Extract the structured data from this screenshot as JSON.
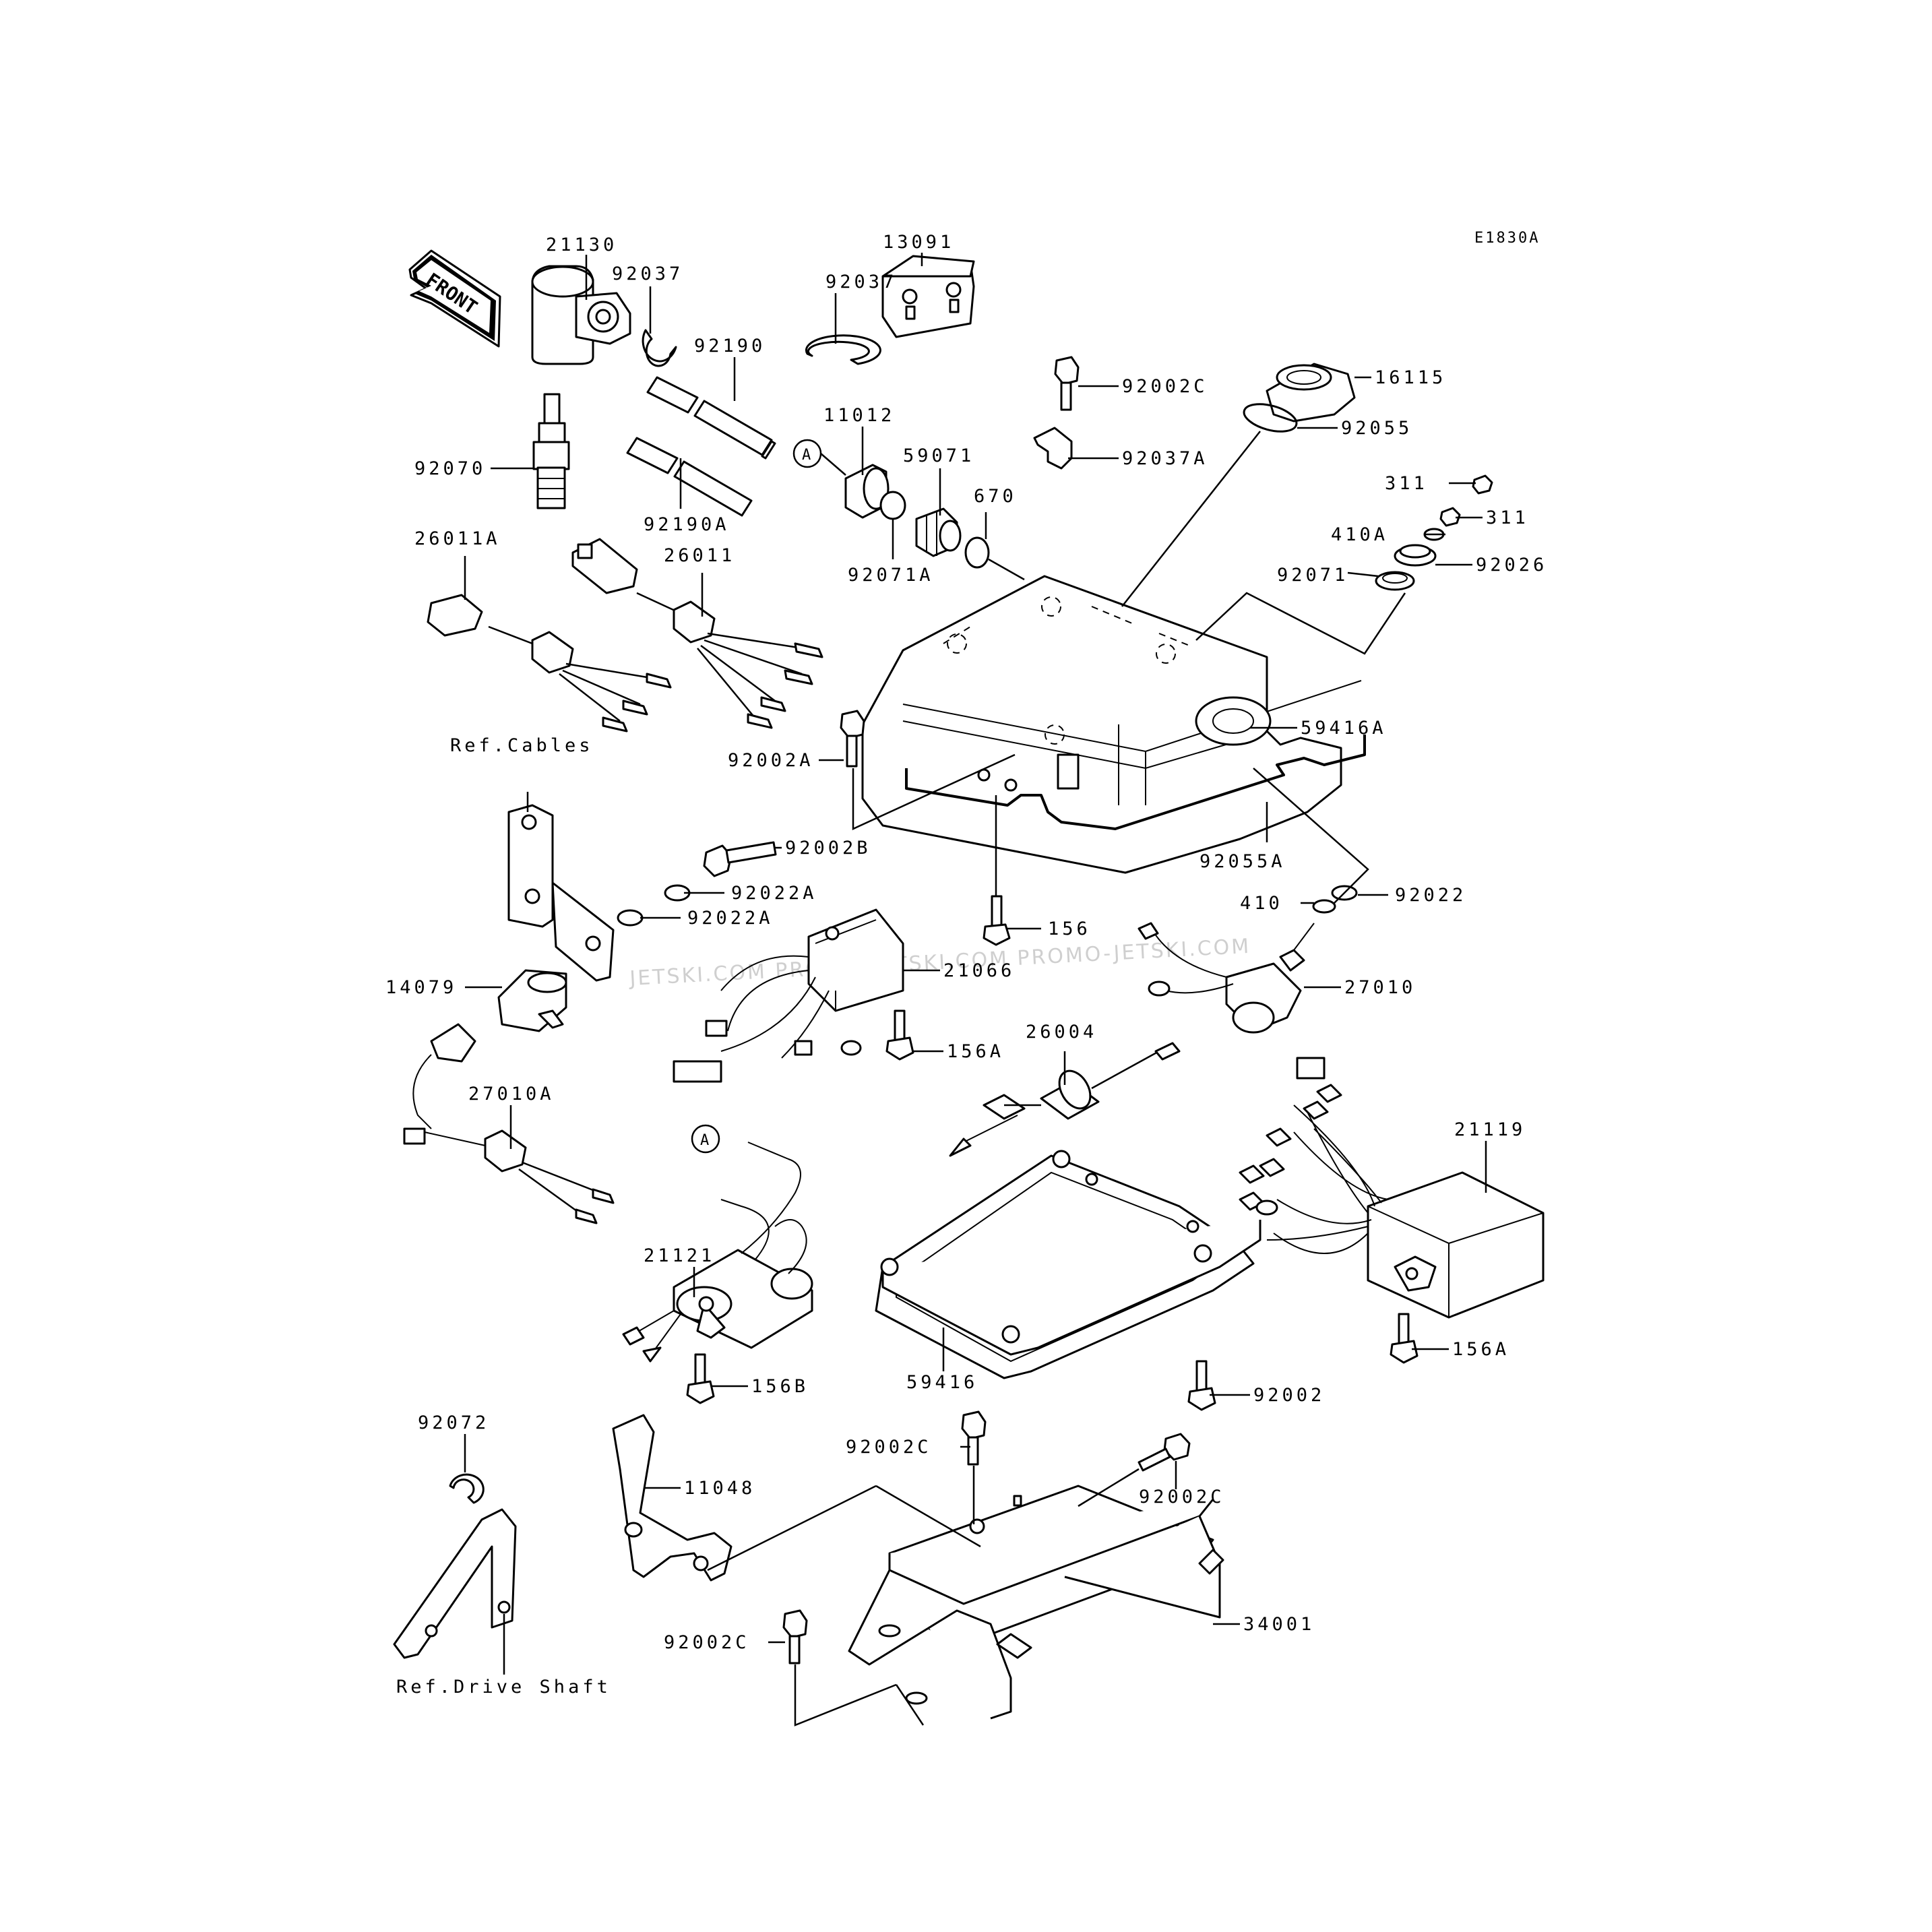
{
  "diagram_code": "E1830A",
  "front_arrow": "FRONT",
  "watermark": "JETSKI.COM PROMO-JETSKI.COM PROMO-JETSKI.COM",
  "callout_marker": "A",
  "parts": {
    "p21130": "21130",
    "p92037_a": "92037",
    "p92037_b": "92037",
    "p13091": "13091",
    "p92190": "92190",
    "p92190A": "92190A",
    "p92070": "92070",
    "p11012": "11012",
    "p59071": "59071",
    "p670": "670",
    "p92071A": "92071A",
    "p26011A": "26011A",
    "p26011": "26011",
    "p92002C_top": "92002C",
    "p16115": "16115",
    "p92055": "92055",
    "p92037A": "92037A",
    "p311_a": "311",
    "p311_b": "311",
    "p410A": "410A",
    "p92026": "92026",
    "p92071": "92071",
    "p59416A": "59416A",
    "p92002A": "92002A",
    "p92055A": "92055A",
    "p92002B": "92002B",
    "p92022A_a": "92022A",
    "p92022A_b": "92022A",
    "p156": "156",
    "p410": "410",
    "p92022": "92022",
    "p21066": "21066",
    "p27010": "27010",
    "p14079": "14079",
    "p156A_a": "156A",
    "p26004": "26004",
    "p27010A": "27010A",
    "p21119": "21119",
    "p21121": "21121",
    "p156A_b": "156A",
    "p59416": "59416",
    "p156B": "156B",
    "p92002": "92002",
    "p92072": "92072",
    "p11048": "11048",
    "p92002C_mid": "92002C",
    "p92002C_right": "92002C",
    "p34001": "34001",
    "p92002C_low": "92002C",
    "ref_cables": "Ref.Cables",
    "ref_drive_shaft": "Ref.Drive Shaft"
  }
}
